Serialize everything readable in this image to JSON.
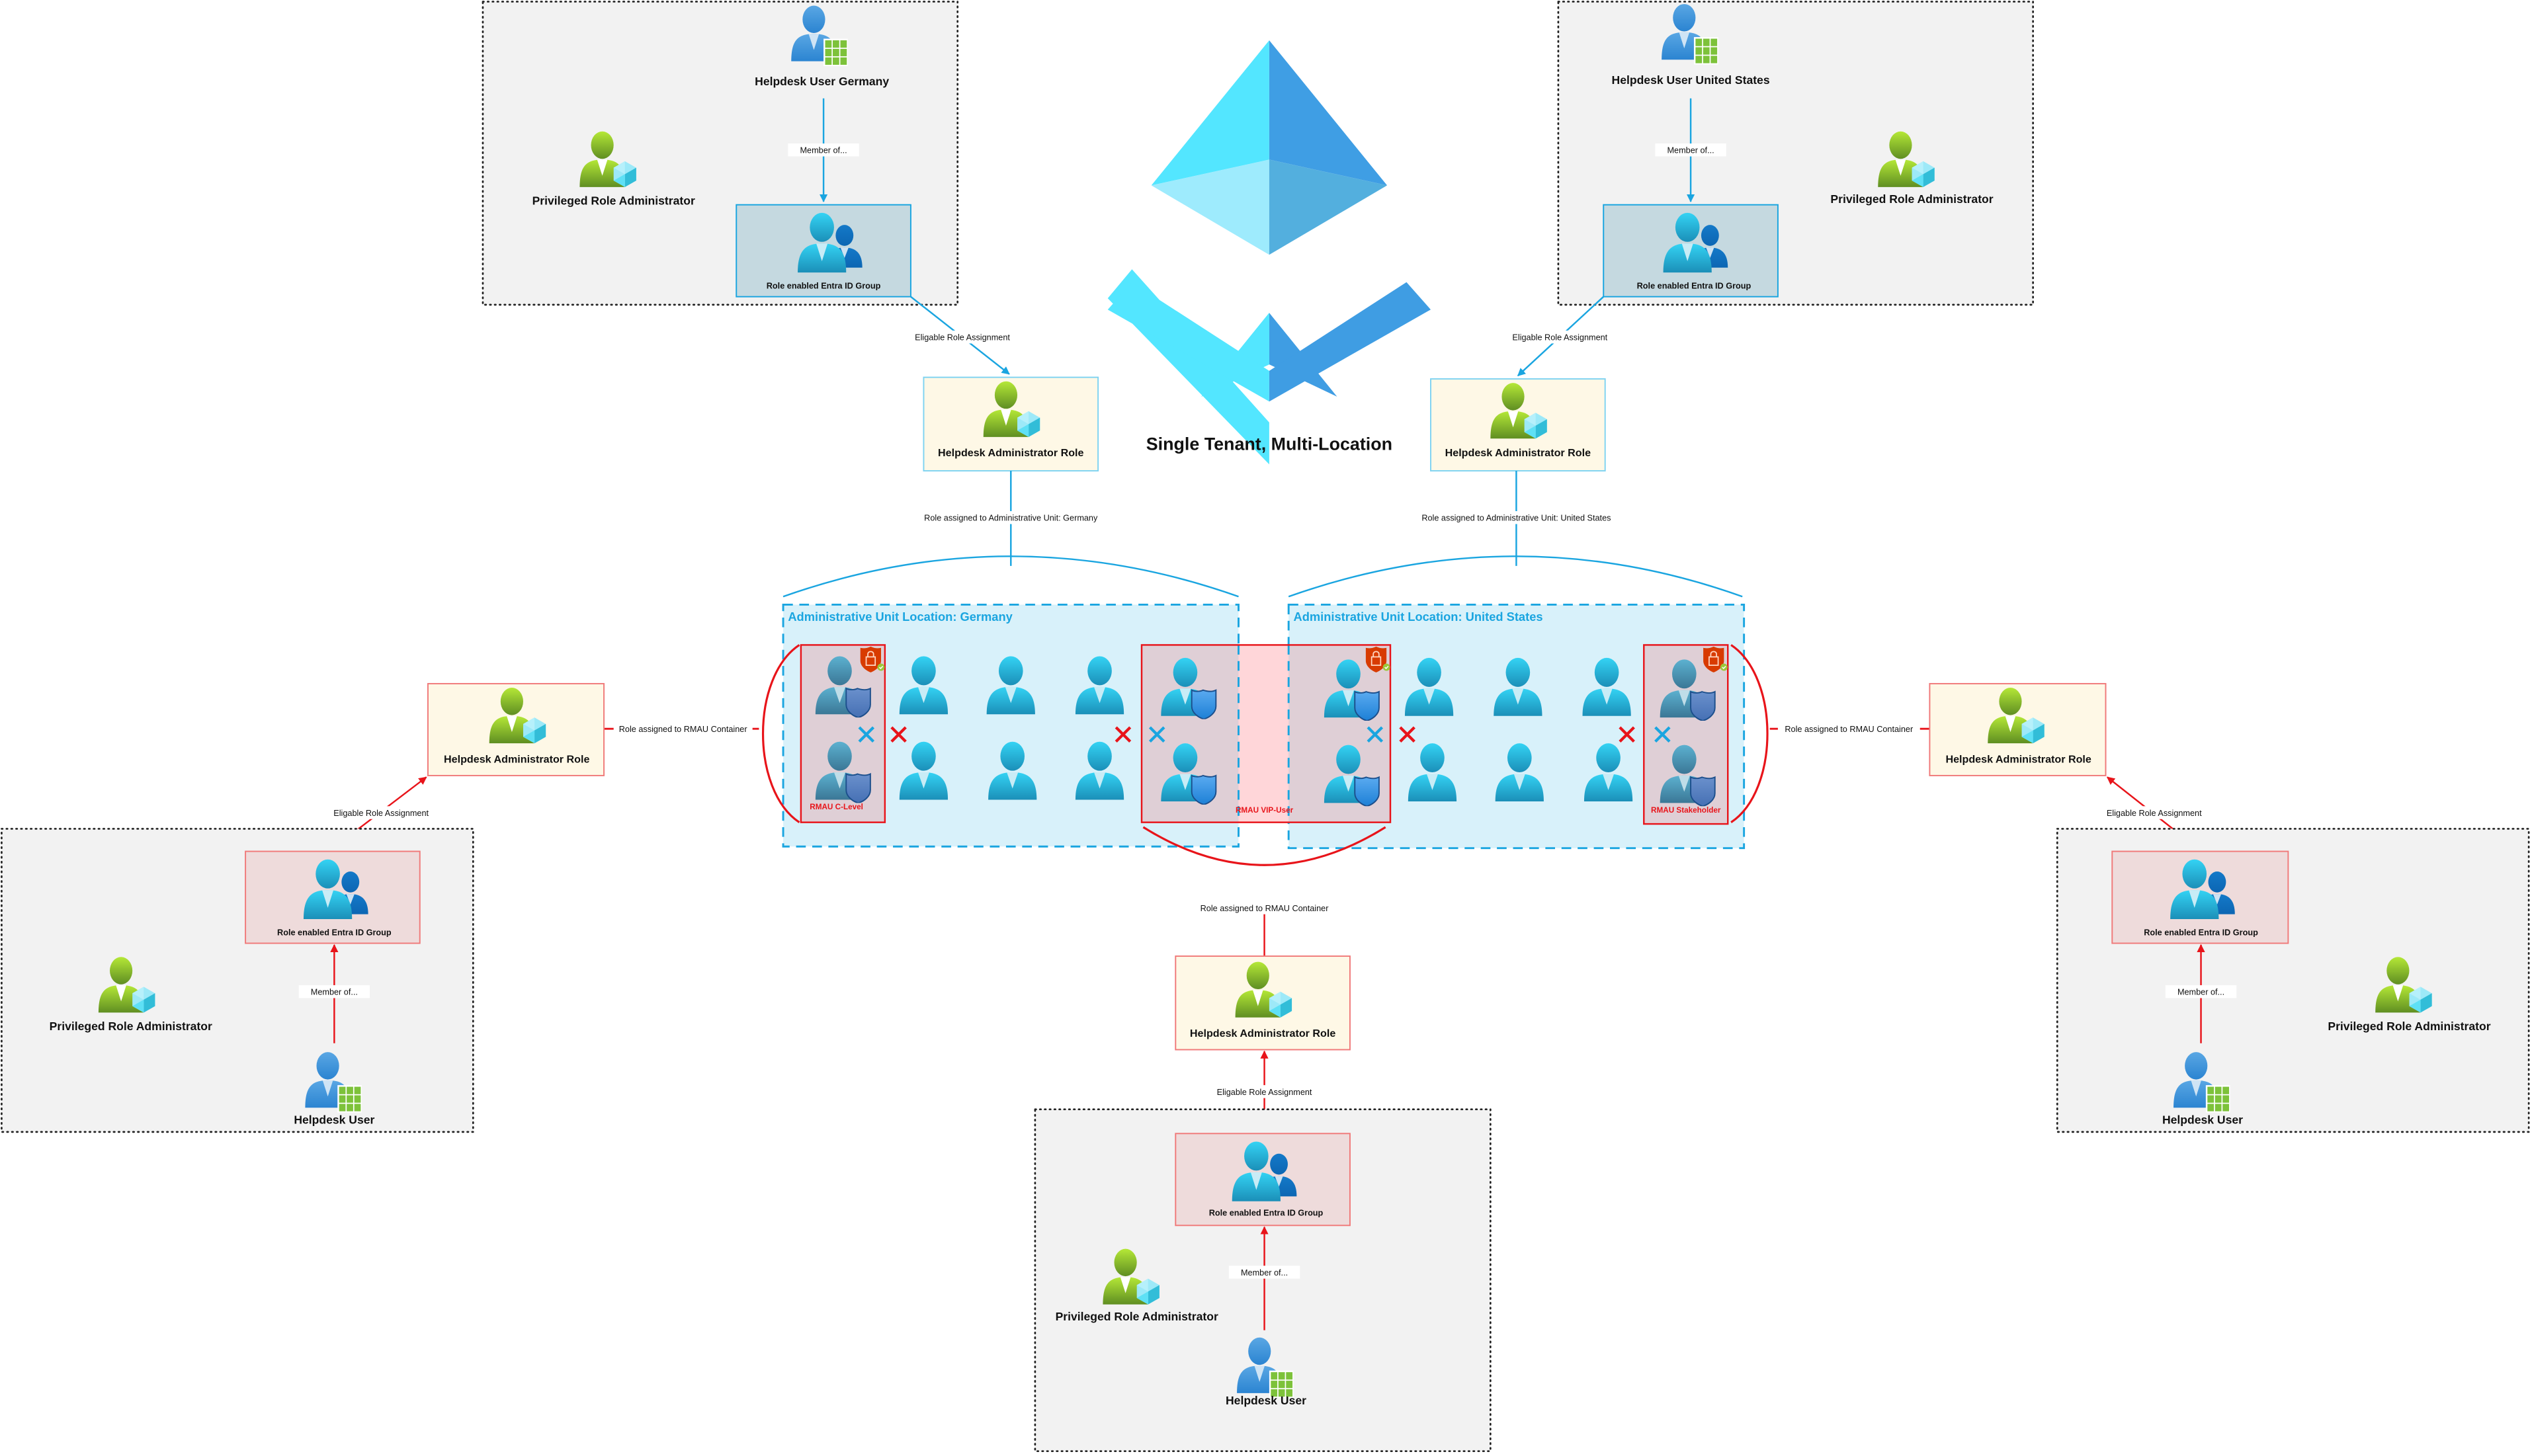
{
  "diagram": {
    "title": "Single Tenant, Multi-Location",
    "colors": {
      "blue_flow": "#1aa5e0",
      "red_flow": "#e8141a",
      "zone_bg": "#f2f2f2",
      "role_box_bg": "#fef8e6",
      "group_box_blue_bg": "#c5d9e0",
      "group_box_red_bg": "#eedbdb",
      "au_bg": "#d8f1fa",
      "rmau_bg": "#dfcfd6"
    },
    "zones": {
      "top_left": {
        "helpdesk_user": "Helpdesk User Germany",
        "privileged_admin": "Privileged Role Administrator",
        "group": "Role enabled Entra ID Group",
        "member_edge": "Member of..."
      },
      "top_right": {
        "helpdesk_user": "Helpdesk User United States",
        "privileged_admin": "Privileged Role Administrator",
        "group": "Role enabled Entra ID Group",
        "member_edge": "Member of..."
      },
      "left": {
        "helpdesk_user": "Helpdesk User",
        "privileged_admin": "Privileged Role Administrator",
        "group": "Role enabled Entra ID Group",
        "member_edge": "Member of..."
      },
      "right": {
        "helpdesk_user": "Helpdesk User",
        "privileged_admin": "Privileged Role Administrator",
        "group": "Role enabled Entra ID Group",
        "member_edge": "Member of..."
      },
      "bottom": {
        "helpdesk_user": "Helpdesk User",
        "privileged_admin": "Privileged Role Administrator",
        "group": "Role enabled Entra ID Group",
        "member_edge": "Member of..."
      }
    },
    "roles": {
      "germany": {
        "label": "Helpdesk Administrator Role",
        "eligible_edge": "Eligable Role Assignment",
        "assign_edge": "Role assigned to Administrative Unit: Germany"
      },
      "us": {
        "label": "Helpdesk Administrator Role",
        "eligible_edge": "Eligable Role Assignment",
        "assign_edge": "Role assigned to Administrative Unit: United States"
      },
      "left": {
        "label": "Helpdesk Administrator Role",
        "eligible_edge": "Eligable Role Assignment",
        "assign_edge": "Role assigned to RMAU Container"
      },
      "right": {
        "label": "Helpdesk Administrator Role",
        "eligible_edge": "Eligable Role Assignment",
        "assign_edge": "Role assigned to RMAU Container"
      },
      "bottom": {
        "label": "Helpdesk Administrator Role",
        "eligible_edge": "Eligable Role Assignment",
        "assign_edge": "Role assigned to RMAU Container"
      }
    },
    "admin_units": {
      "germany": "Administrative Unit Location: Germany",
      "us": "Administrative Unit Location: United States"
    },
    "rmau": {
      "c_level": "RMAU C-Level",
      "vip_user": "RMAU VIP-User",
      "stakeholder": "RMAU Stakeholder"
    }
  }
}
